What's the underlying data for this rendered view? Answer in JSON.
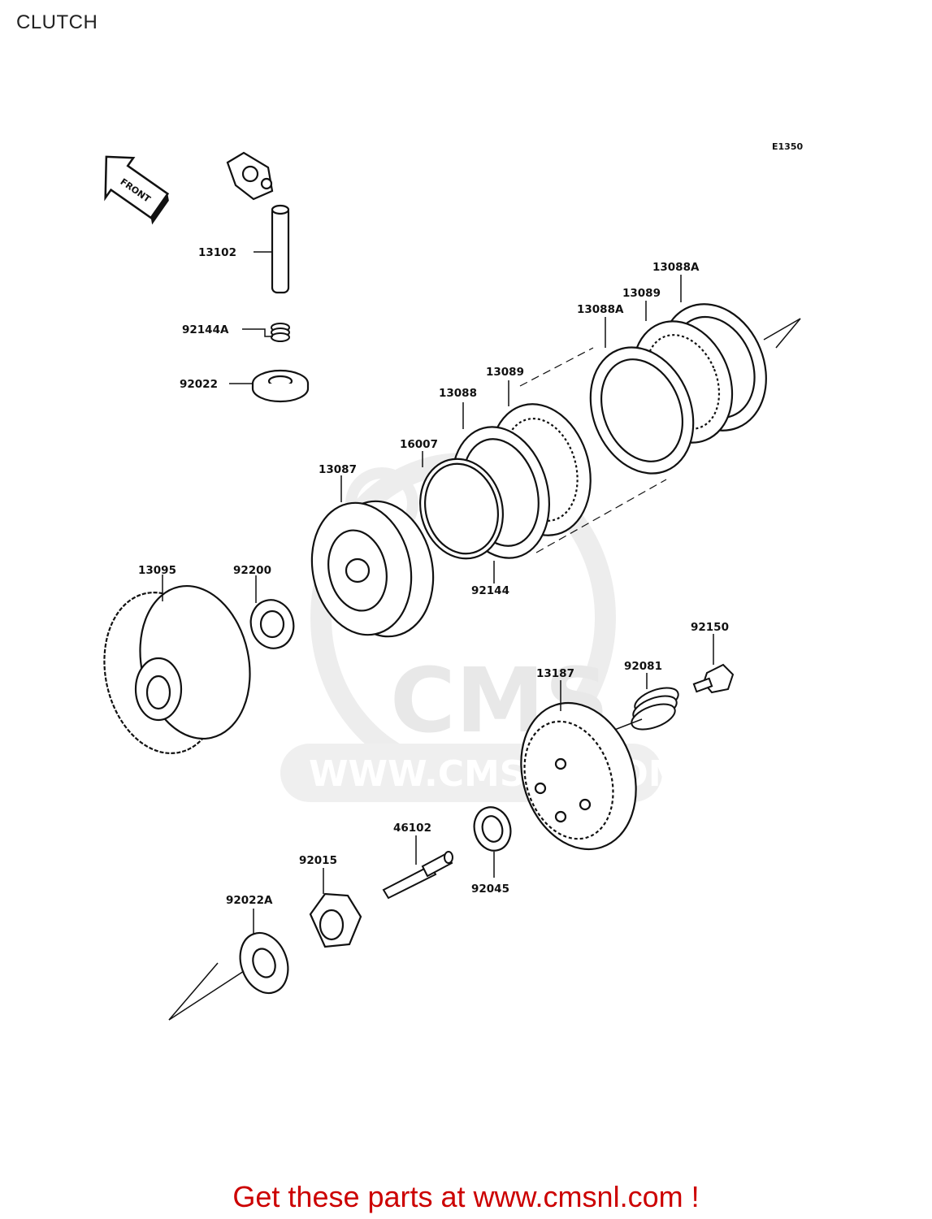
{
  "title": "CLUTCH",
  "diagram_code": "E1350",
  "front_label": "FRONT",
  "watermark": {
    "logo": "CMS",
    "url": "WWW.CMSNL.COM"
  },
  "parts": [
    {
      "id": "13102"
    },
    {
      "id": "92144A"
    },
    {
      "id": "92022"
    },
    {
      "id": "13088A"
    },
    {
      "id": "13089"
    },
    {
      "id": "13088A"
    },
    {
      "id": "13089"
    },
    {
      "id": "13088"
    },
    {
      "id": "16007"
    },
    {
      "id": "13087"
    },
    {
      "id": "92144"
    },
    {
      "id": "13095"
    },
    {
      "id": "92200"
    },
    {
      "id": "92150"
    },
    {
      "id": "92081"
    },
    {
      "id": "13187"
    },
    {
      "id": "46102"
    },
    {
      "id": "92045"
    },
    {
      "id": "92015"
    },
    {
      "id": "92022A"
    }
  ],
  "footer": "Get these parts at www.cmsnl.com !"
}
